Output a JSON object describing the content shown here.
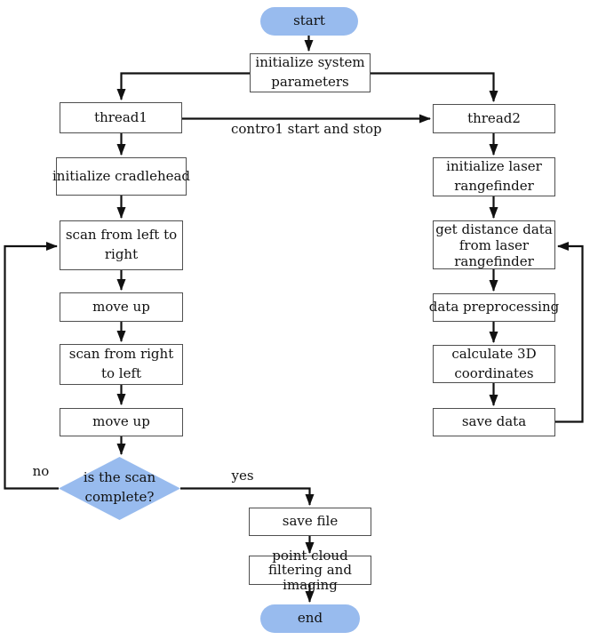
{
  "diagram": {
    "colors": {
      "shape_fill": "#98bbee",
      "box_border": "#4f4f4f",
      "line": "#111111",
      "text": "#111111",
      "background": "#ffffff"
    },
    "nodes": {
      "start": "start",
      "init_system": "initialize system parameters",
      "thread1": "thread1",
      "thread2": "thread2",
      "init_cradlehead": "initialize cradlehead",
      "scan_left_right": "scan from left to right",
      "move_up_1": "move up",
      "scan_right_left": "scan from right to left",
      "move_up_2": "move up",
      "scan_complete": "is the scan complete?",
      "init_laser": "initialize laser rangefinder",
      "get_distance": "get distance data from laser rangefinder",
      "data_preprocessing": "data preprocessing",
      "calculate_3d": "calculate 3D coordinates",
      "save_data": "save data",
      "save_file": "save file",
      "point_cloud": "point cloud filtering and imaging",
      "end": "end"
    },
    "edge_labels": {
      "control": "contro1 start and stop",
      "no": "no",
      "yes": "yes"
    }
  }
}
